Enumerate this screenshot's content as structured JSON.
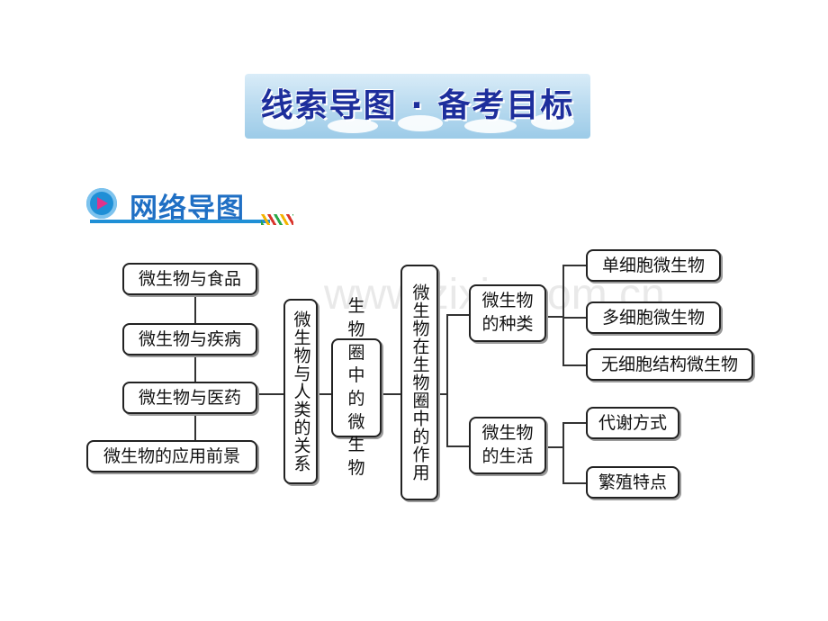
{
  "banner": {
    "title": "线索导图 · 备考目标"
  },
  "section": {
    "title": "网络导图",
    "icon": "arrow-circle-icon"
  },
  "watermark": "www.zixin.com.cn",
  "diagram": {
    "left_items": [
      "微生物与食品",
      "微生物与疾病",
      "微生物与医药",
      "微生物的应用前景"
    ],
    "relationship": "微生物与人类的关系",
    "center": "生物圈中的微生物",
    "role": "微生物在生物圈中的作用",
    "types": {
      "label": "微生物的种类",
      "items": [
        "单细胞微生物",
        "多细胞微生物",
        "无细胞结构微生物"
      ]
    },
    "life": {
      "label": "微生物的生活",
      "items": [
        "代谢方式",
        "繁殖特点"
      ]
    }
  }
}
